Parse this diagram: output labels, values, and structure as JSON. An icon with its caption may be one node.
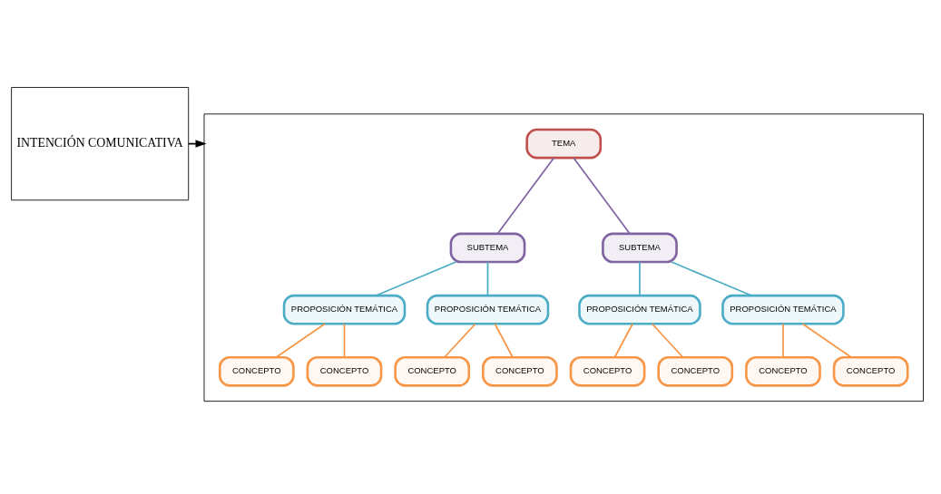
{
  "diagram": {
    "nodes": [
      {
        "text": [
          "INTENCIÓN COMUNICATIVA"
        ]
      },
      {
        "text": [],
        "shape": "box"
      },
      {
        "text": [
          "TEMA"
        ],
        "in": 1
      },
      {
        "text": [
          "SUBTEMA"
        ],
        "in": 1
      },
      {
        "text": [
          "SUBTEMA"
        ],
        "in": 1
      },
      {
        "text": [
          "PROPOSICIÓN TEMÁTICA"
        ],
        "in": 1
      },
      {
        "text": [
          "PROPOSICIÓN TEMÁTICA"
        ],
        "in": 1
      },
      {
        "text": [
          "PROPOSICIÓN TEMÁTICA"
        ],
        "in": 1
      },
      {
        "text": [
          "PROPOSICIÓN TEMÁTICA"
        ],
        "in": 1
      },
      {
        "text": [
          "CONCEPTO"
        ],
        "in": 1
      },
      {
        "text": [
          "CONCEPTO"
        ],
        "in": 1
      },
      {
        "text": [
          "CONCEPTO"
        ],
        "in": 1
      },
      {
        "text": [
          "CONCEPTO"
        ],
        "in": 1
      },
      {
        "text": [
          "CONCEPTO"
        ],
        "in": 1
      },
      {
        "text": [
          "CONCEPTO"
        ],
        "in": 1
      },
      {
        "text": [
          "CONCEPTO"
        ],
        "in": 1
      },
      {
        "text": [
          "CONCEPTO"
        ],
        "in": 1
      }
    ],
    "edges": [
      {
        "from": 0,
        "to": 1,
        "arrow": "to",
        "color": "#000000"
      },
      {
        "from": 2,
        "to": 3,
        "arrow": "none",
        "color": "#8064a2"
      },
      {
        "from": 2,
        "to": 4,
        "arrow": "none",
        "color": "#8064a2"
      },
      {
        "from": 3,
        "to": 5,
        "arrow": "none",
        "color": "#4bacc6"
      },
      {
        "from": 3,
        "to": 6,
        "arrow": "none",
        "color": "#4bacc6"
      },
      {
        "from": 4,
        "to": 7,
        "arrow": "none",
        "color": "#4bacc6"
      },
      {
        "from": 4,
        "to": 8,
        "arrow": "none",
        "color": "#4bacc6"
      },
      {
        "from": 5,
        "to": 9,
        "arrow": "none",
        "color": "#f79646"
      },
      {
        "from": 5,
        "to": 10,
        "arrow": "none",
        "color": "#f79646"
      },
      {
        "from": 6,
        "to": 11,
        "arrow": "none",
        "color": "#f79646"
      },
      {
        "from": 6,
        "to": 12,
        "arrow": "none",
        "color": "#f79646"
      },
      {
        "from": 7,
        "to": 13,
        "arrow": "none",
        "color": "#f79646"
      },
      {
        "from": 7,
        "to": 14,
        "arrow": "none",
        "color": "#f79646"
      },
      {
        "from": 8,
        "to": 15,
        "arrow": "none",
        "color": "#f79646"
      },
      {
        "from": 8,
        "to": 16,
        "arrow": "none",
        "color": "#f79646"
      }
    ]
  }
}
